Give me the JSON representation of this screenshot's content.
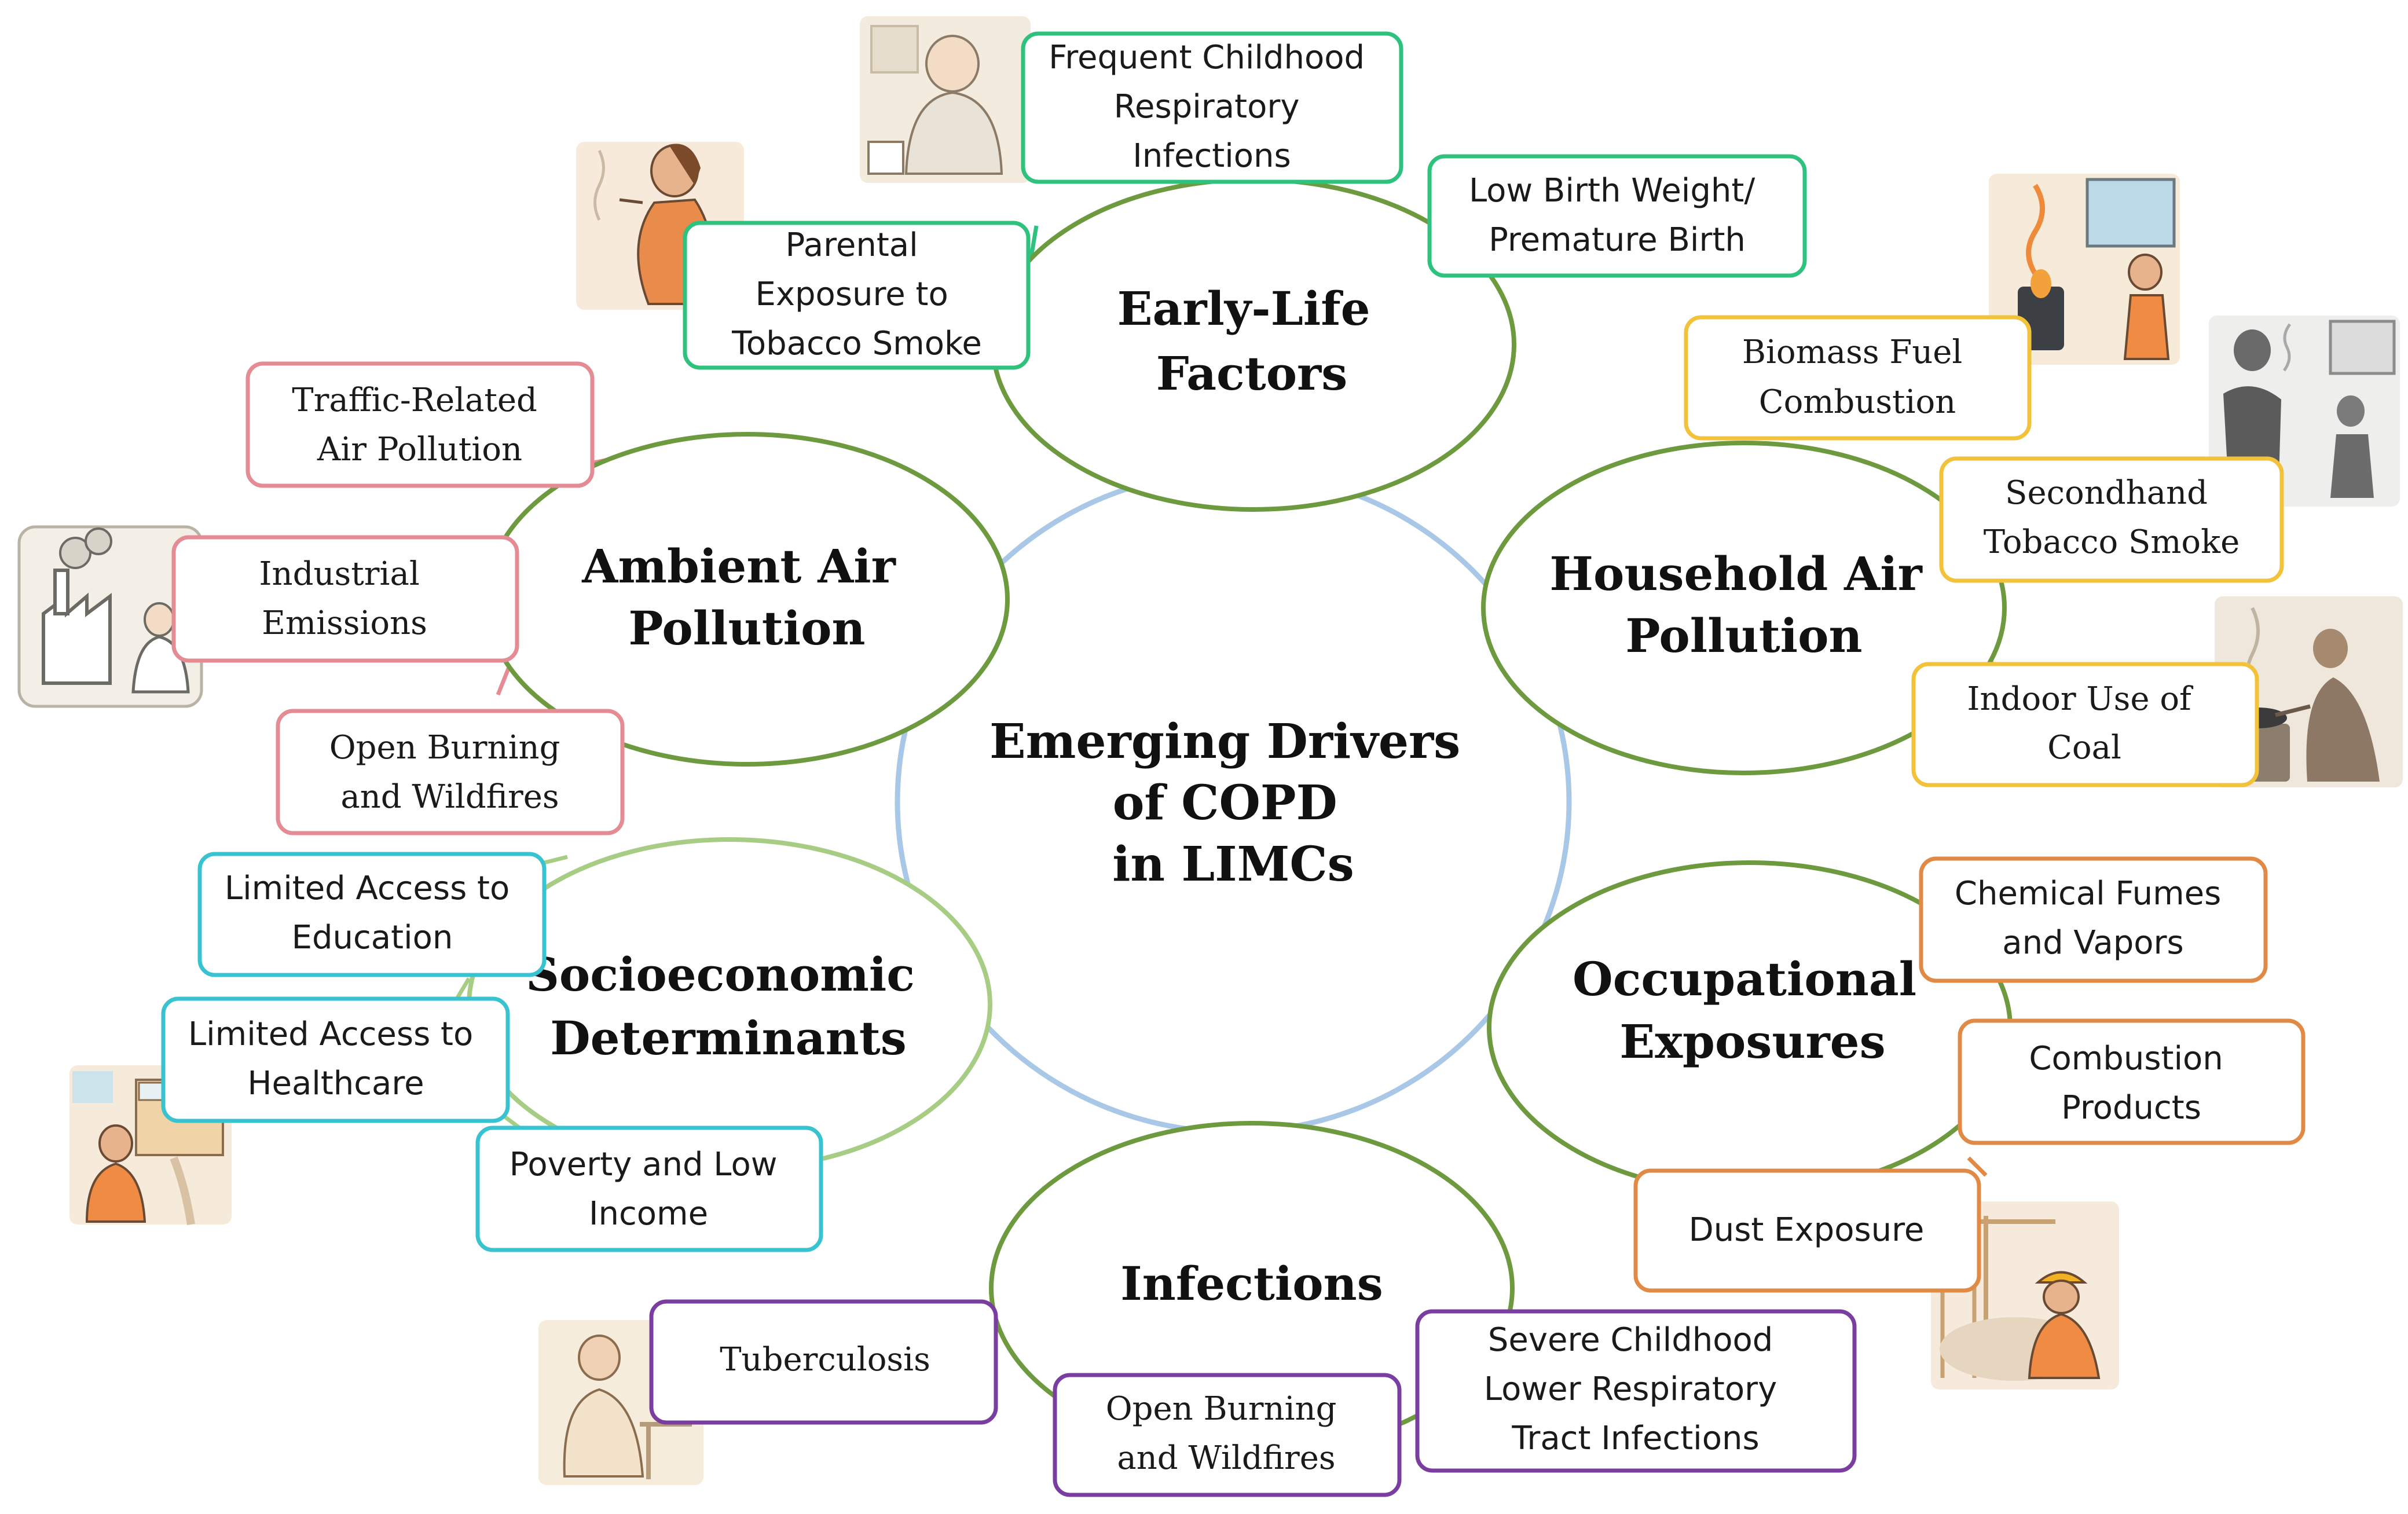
{
  "center": {
    "lines": [
      "Emerging Drivers",
      "of COPD",
      "in LIMCs"
    ]
  },
  "colors": {
    "ring": "#a9c7e6",
    "circle_green": "#6d9a3f",
    "circle_light_green": "#a7cd85",
    "early_life": "#2ec27e",
    "household": "#f2c23a",
    "occupational": "#e08a45",
    "infections": "#7a3ea0",
    "socioeconomic": "#39c3d0",
    "ambient": "#e58b93"
  },
  "categories": [
    {
      "id": "early-life",
      "lines": [
        "Early-Life",
        "Factors"
      ]
    },
    {
      "id": "household",
      "lines": [
        "Household Air",
        "Pollution"
      ]
    },
    {
      "id": "occupational",
      "lines": [
        "Occupational",
        "Exposures"
      ]
    },
    {
      "id": "infections",
      "lines": [
        "Infections"
      ]
    },
    {
      "id": "socioeconomic",
      "lines": [
        "Socioeconomic",
        "Determinants"
      ]
    },
    {
      "id": "ambient",
      "lines": [
        "Ambient Air",
        "Pollution"
      ]
    }
  ],
  "boxes": [
    {
      "id": "childhood-infections",
      "group": "early_life",
      "lines": [
        "Frequent Childhood",
        "Respiratory",
        "Infections"
      ]
    },
    {
      "id": "low-birth-weight",
      "group": "early_life",
      "lines": [
        "Low Birth Weight/",
        "Premature Birth"
      ]
    },
    {
      "id": "parental-tobacco",
      "group": "early_life",
      "lines": [
        "Parental",
        "Exposure to",
        "Tobacco Smoke"
      ]
    },
    {
      "id": "biomass-fuel",
      "group": "household",
      "lines": [
        "Biomass Fuel",
        "Combustion"
      ]
    },
    {
      "id": "secondhand-smoke",
      "group": "household",
      "lines": [
        "Secondhand",
        "Tobacco Smoke"
      ]
    },
    {
      "id": "indoor-coal",
      "group": "household",
      "lines": [
        "Indoor Use of",
        "Coal"
      ]
    },
    {
      "id": "chemical-fumes",
      "group": "occupational",
      "lines": [
        "Chemical Fumes",
        "and Vapors"
      ]
    },
    {
      "id": "combustion-products",
      "group": "occupational",
      "lines": [
        "Combustion",
        "Products"
      ]
    },
    {
      "id": "dust-exposure",
      "group": "occupational",
      "lines": [
        "Dust Exposure"
      ]
    },
    {
      "id": "severe-lrti",
      "group": "infections",
      "lines": [
        "Severe Childhood",
        "Lower Respiratory",
        "Tract Infections"
      ]
    },
    {
      "id": "open-burning-inf",
      "group": "infections",
      "lines": [
        "Open Burning",
        "and Wildfires"
      ]
    },
    {
      "id": "tuberculosis",
      "group": "infections",
      "lines": [
        "Tuberculosis"
      ]
    },
    {
      "id": "poverty",
      "group": "socioeconomic",
      "lines": [
        "Poverty and Low",
        "Income"
      ]
    },
    {
      "id": "healthcare-access",
      "group": "socioeconomic",
      "lines": [
        "Limited Access to",
        "Healthcare"
      ]
    },
    {
      "id": "education-access",
      "group": "socioeconomic",
      "lines": [
        "Limited Access to",
        "Education"
      ]
    },
    {
      "id": "traffic-pollution",
      "group": "ambient",
      "lines": [
        "Traffic-Related",
        "Air Pollution"
      ]
    },
    {
      "id": "industrial-emissions",
      "group": "ambient",
      "lines": [
        "Industrial",
        "Emissions"
      ]
    },
    {
      "id": "open-burning-amb",
      "group": "ambient",
      "lines": [
        "Open Burning",
        "and Wildfires"
      ]
    }
  ],
  "illustrations": [
    "sick-child-icon",
    "pregnant-smoker-icon",
    "stove-child-icon",
    "smoker-with-child-icon",
    "coal-cooking-icon",
    "factory-child-icon",
    "clinic-child-icon",
    "construction-worker-icon",
    "coughing-man-icon"
  ]
}
